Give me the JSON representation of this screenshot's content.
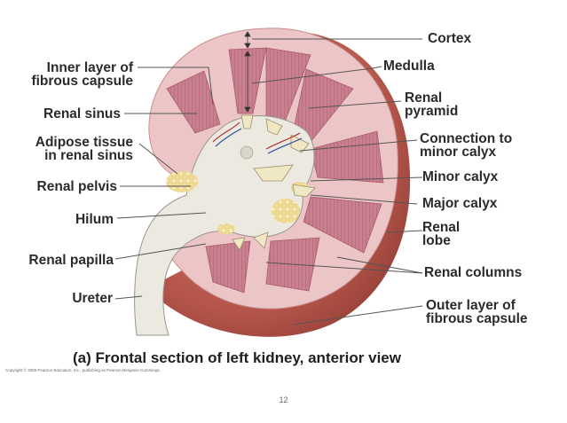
{
  "labels_left": [
    {
      "id": "inner-layer",
      "text": "Inner layer of\nfibrous capsule"
    },
    {
      "id": "renal-sinus",
      "text": "Renal sinus"
    },
    {
      "id": "adipose",
      "text": "Adipose tissue\nin renal sinus"
    },
    {
      "id": "renal-pelvis",
      "text": "Renal pelvis"
    },
    {
      "id": "hilum",
      "text": "Hilum"
    },
    {
      "id": "renal-papilla",
      "text": "Renal papilla"
    },
    {
      "id": "ureter",
      "text": "Ureter"
    }
  ],
  "labels_right": [
    {
      "id": "cortex",
      "text": "Cortex"
    },
    {
      "id": "medulla",
      "text": "Medulla"
    },
    {
      "id": "renal-pyramid",
      "text": "Renal\npyramid"
    },
    {
      "id": "connection",
      "text": "Connection to\nminor calyx"
    },
    {
      "id": "minor-calyx",
      "text": "Minor calyx"
    },
    {
      "id": "major-calyx",
      "text": "Major calyx"
    },
    {
      "id": "renal-lobe",
      "text": "Renal\nlobe"
    },
    {
      "id": "renal-columns",
      "text": "Renal columns"
    },
    {
      "id": "outer-layer",
      "text": "Outer layer of\nfibrous capsule"
    }
  ],
  "caption": "(a) Frontal section of left kidney, anterior view",
  "copyright": "Copyright © 2009 Pearson Education, Inc., publishing as Pearson Benjamin Cummings.",
  "page_number": "12",
  "colors": {
    "capsule": "#b5564b",
    "cortex": "#ecc6c6",
    "pyramid": "#c9808e",
    "sinus": "#ece9e1",
    "fat": "#f2dd96",
    "leader": "#555555"
  }
}
